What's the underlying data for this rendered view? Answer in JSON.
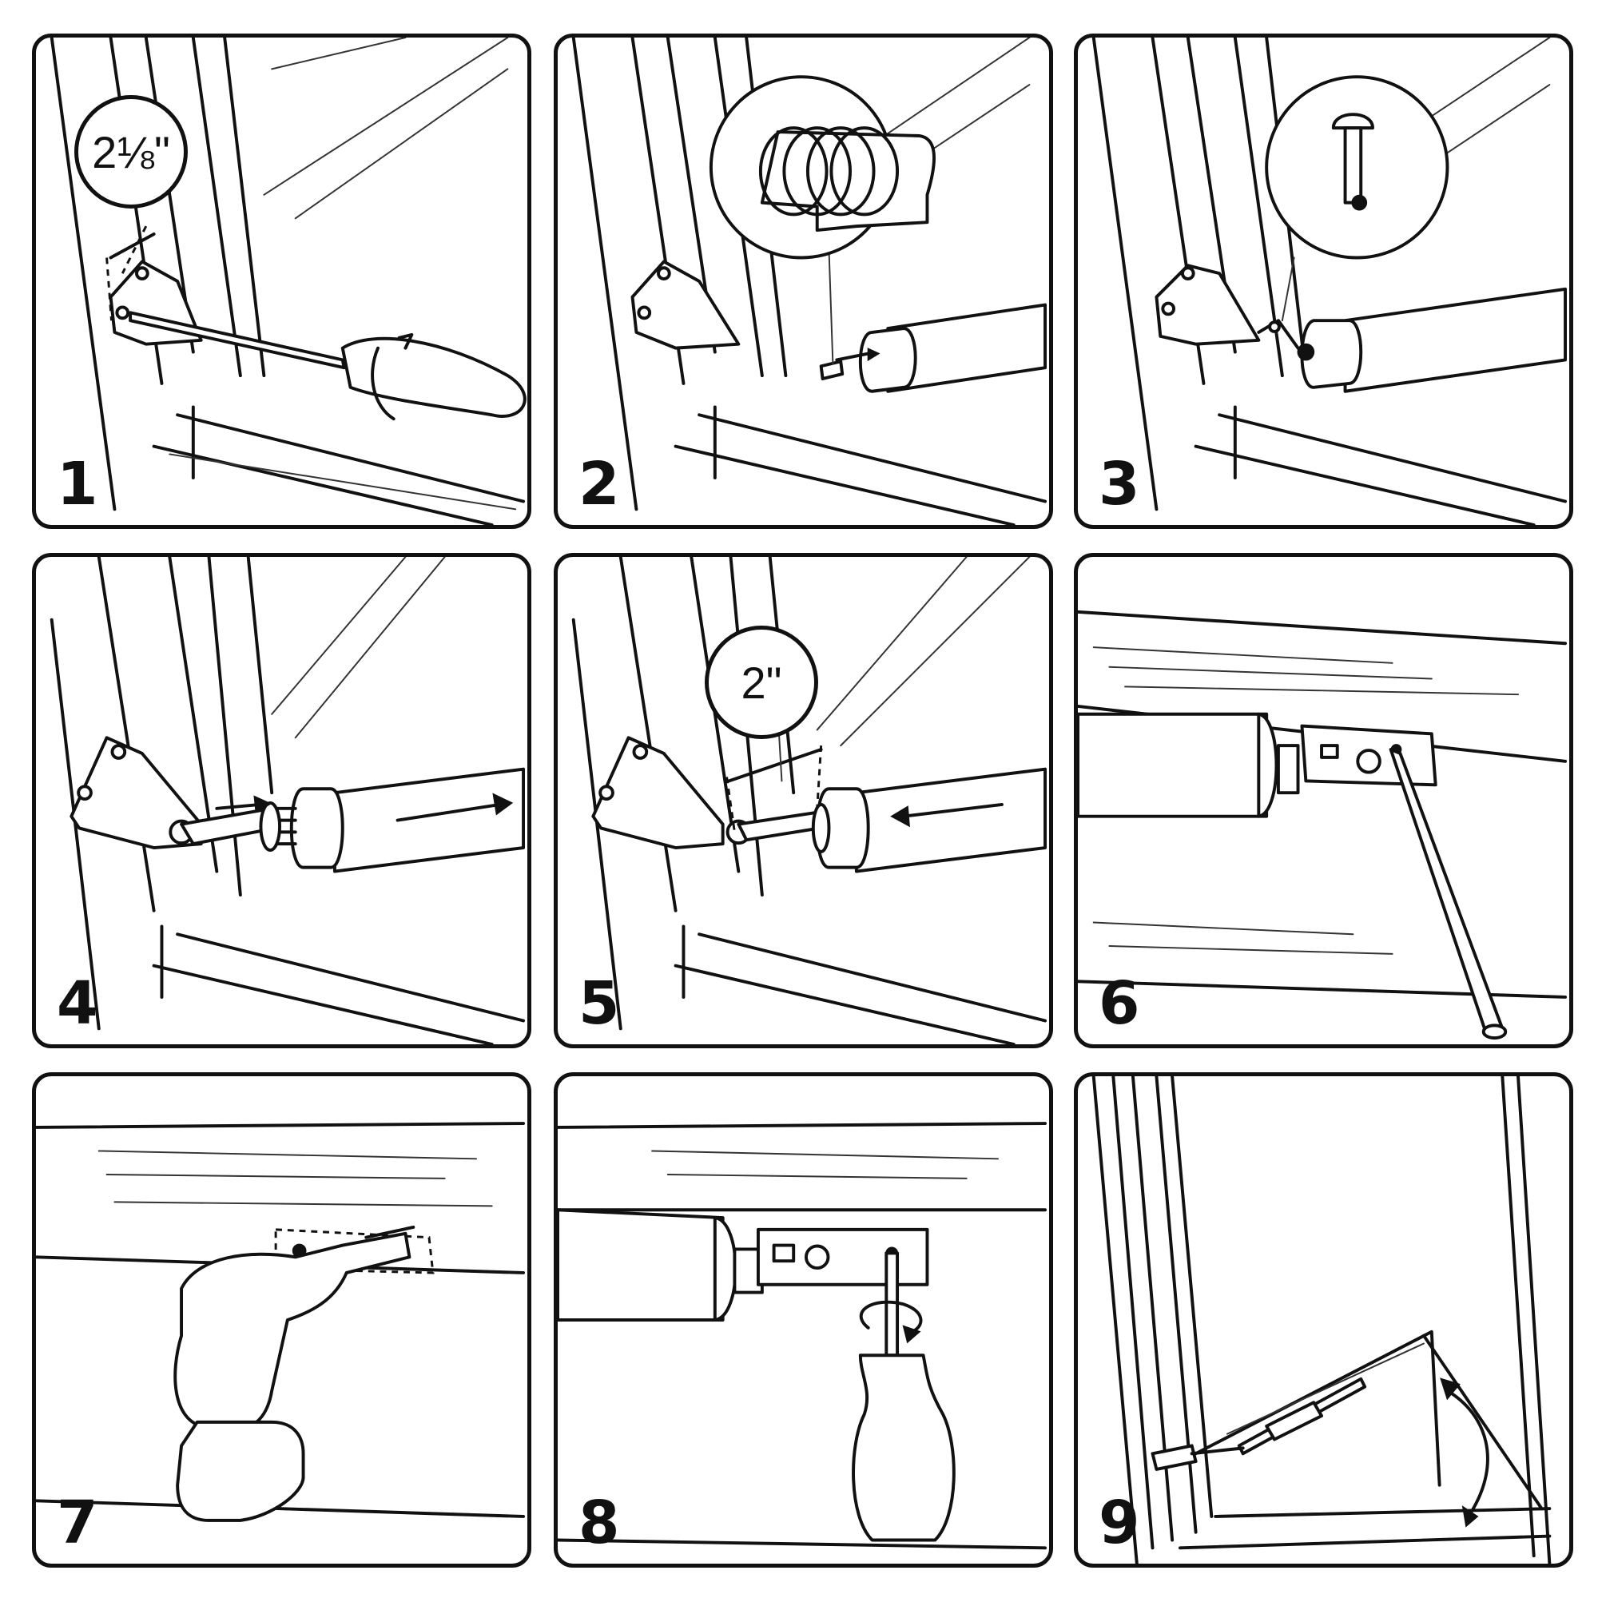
{
  "panels": [
    {
      "number": "1",
      "callout": "2⅛\""
    },
    {
      "number": "2",
      "callout": ""
    },
    {
      "number": "3",
      "callout": ""
    },
    {
      "number": "4",
      "callout": ""
    },
    {
      "number": "5",
      "callout": "2\""
    },
    {
      "number": "6",
      "callout": ""
    },
    {
      "number": "7",
      "callout": ""
    },
    {
      "number": "8",
      "callout": ""
    },
    {
      "number": "9",
      "callout": ""
    }
  ]
}
